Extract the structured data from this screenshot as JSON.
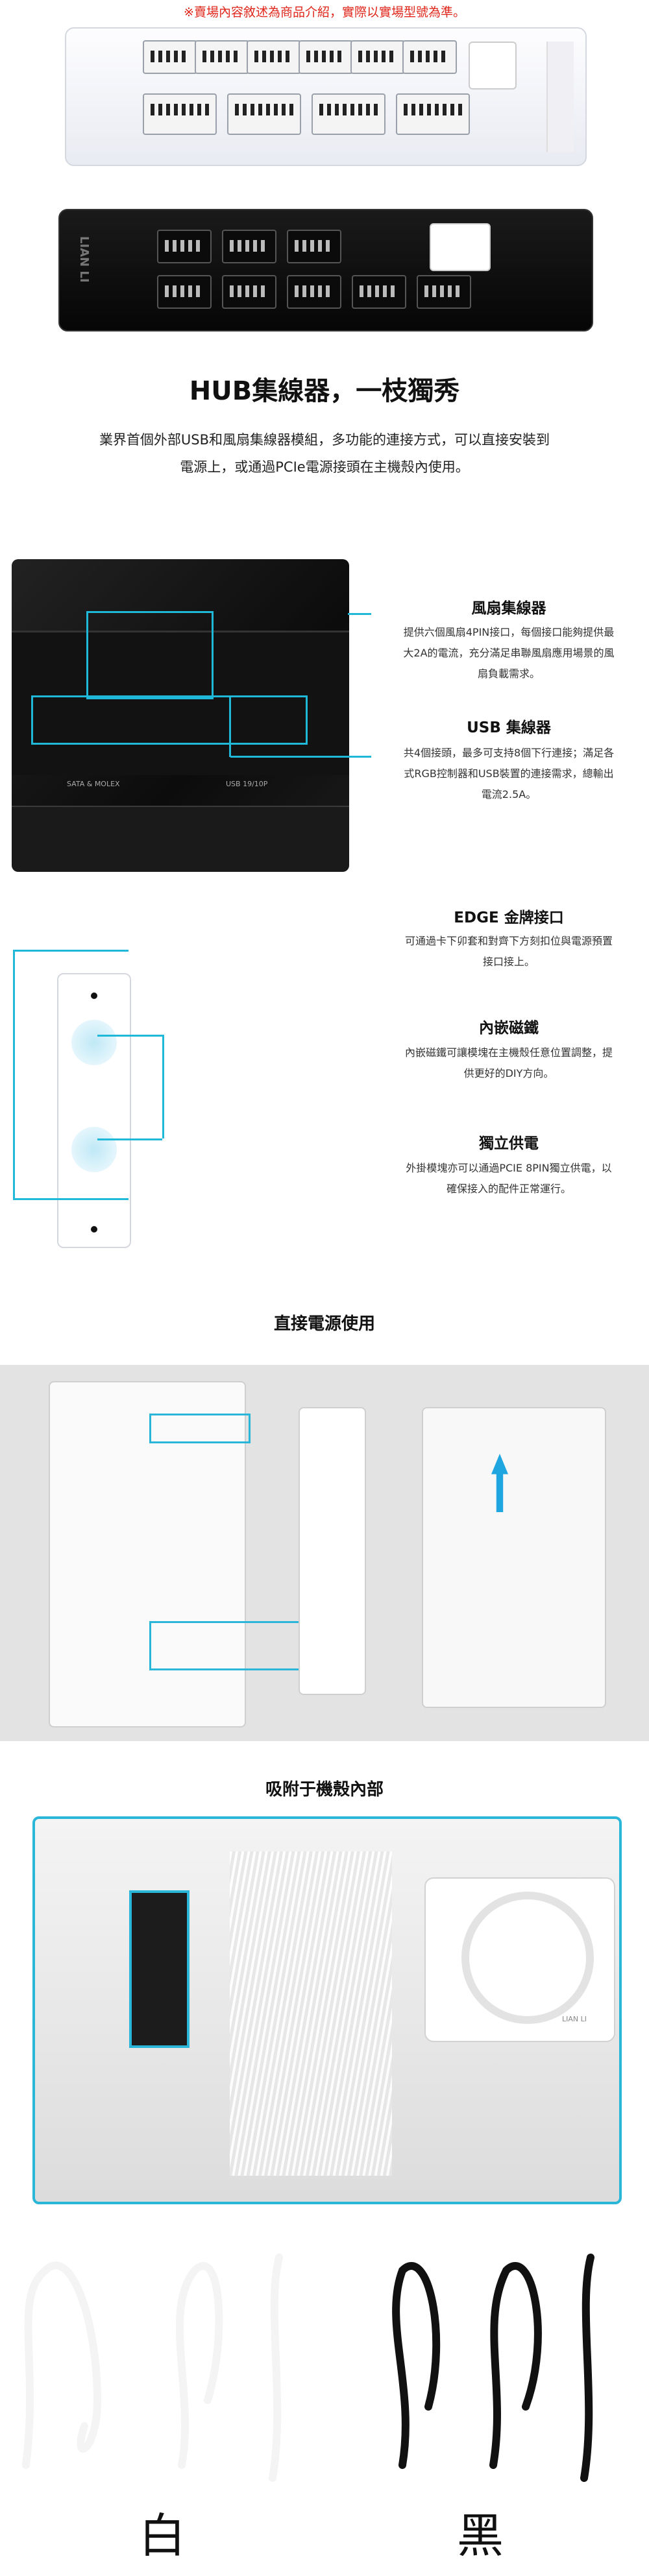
{
  "disclaimer": "※賣場內容敘述為商品介紹，實際以實場型號為準。",
  "brand_logo": "LIAN LI",
  "hub_heading": "HUB集線器，一枝獨秀",
  "intro": {
    "line1": "業界首個外部USB和風扇集線器模組，多功能的連接方式，可以直接安裝到",
    "line2": "電源上，或通過PCIe電源接頭在主機殼內使用。"
  },
  "labels_on_device": {
    "sata_molex": "SATA & MOLEX",
    "usb": "USB 19/10P"
  },
  "features": [
    {
      "title": "風扇集線器",
      "lines": [
        "提供六個風扇4PIN接口，每個接口能夠提供最",
        "大2A的電流，充分滿足串聯風扇應用場景的風",
        "扇負載需求。"
      ]
    },
    {
      "title": "USB 集線器",
      "lines": [
        "共4個接頭，最多可支持8個下行連接；滿足各",
        "式RGB控制器和USB裝置的連接需求，總輸出",
        "電流2.5A。"
      ]
    },
    {
      "title": "EDGE 金牌接口",
      "lines": [
        "可通過卡下卯套和對齊下方刻扣位與電源預置",
        "接口接上。"
      ]
    },
    {
      "title": "內嵌磁鐵",
      "lines": [
        "內嵌磁鐵可讓模塊在主機殼任意位置調整，提",
        "供更好的DIY方向。"
      ]
    },
    {
      "title": "獨立供電",
      "lines": [
        "外掛模塊亦可以通過PCIE 8PIN獨立供電，以",
        "確保接入的配件正常運行。"
      ]
    }
  ],
  "section_direct": "直接電源使用",
  "section_case": "吸附于機殼內部",
  "color_white": "白",
  "color_black": "黑",
  "colors": {
    "accent": "#20b8d8",
    "disclaimer": "#e0261b",
    "band": "#e3e3e3"
  }
}
